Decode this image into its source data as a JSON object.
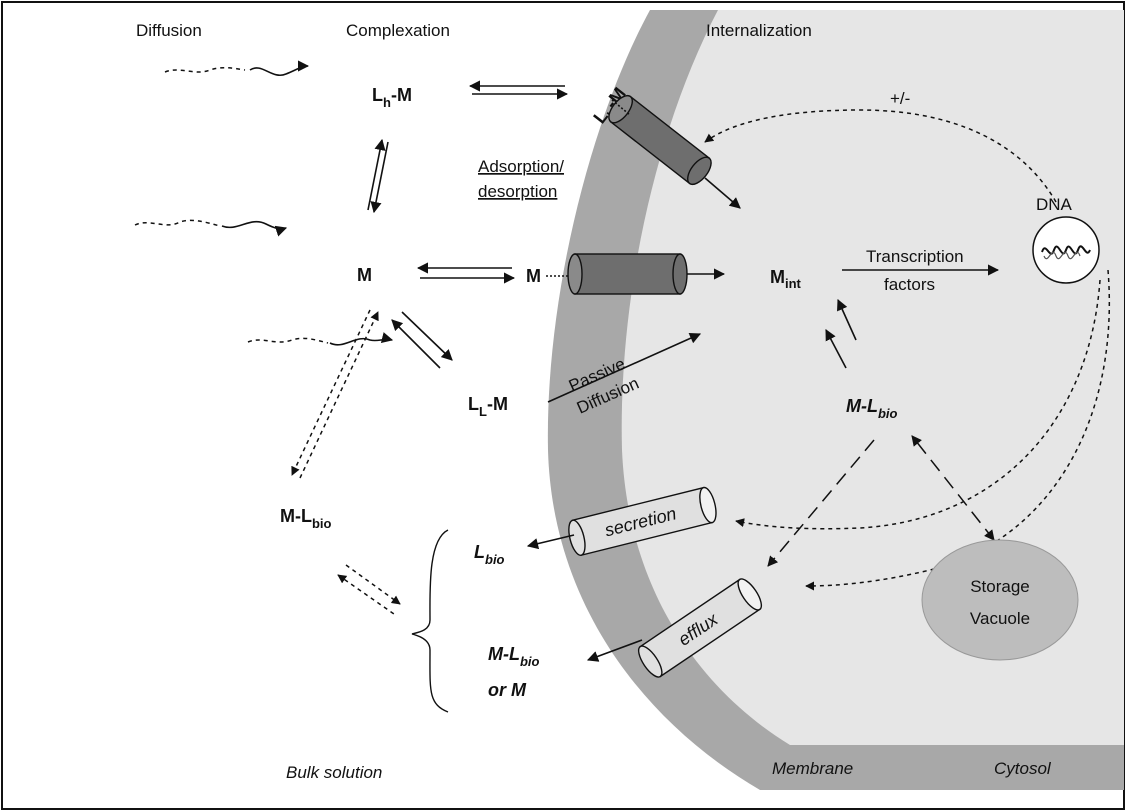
{
  "headers": {
    "diffusion": "Diffusion",
    "complexation": "Complexation",
    "internalization": "Internalization"
  },
  "species": {
    "lh_m": {
      "base": "L",
      "sub": "h",
      "rest": "-M"
    },
    "lh_m_membrane": {
      "base": "L",
      "sub": "h",
      "rest": "-M"
    },
    "m_bulk": "M",
    "m_transporter": "M",
    "m_int": {
      "base": "M",
      "sub": "int"
    },
    "ll_m": {
      "base": "L",
      "sub": "L",
      "rest": "-M"
    },
    "m_lbio_cytosol": {
      "base": "M-L",
      "sub": "bio"
    },
    "m_lbio_bulk": {
      "base": "M-L",
      "sub": "bio"
    },
    "lbio": {
      "base": "L",
      "sub": "bio"
    },
    "m_lbio_or_m": {
      "base": "M-L",
      "sub": "bio",
      "line2": "or M"
    }
  },
  "processes": {
    "adsorption": [
      "Adsorption/",
      "desorption"
    ],
    "passive_diffusion": [
      "Passive",
      "Diffusion"
    ],
    "transcription": [
      "Transcription",
      "factors"
    ],
    "plus_minus": "+/-",
    "dna": "DNA",
    "secretion": "secretion",
    "efflux": "efflux",
    "storage_vacuole": [
      "Storage",
      "Vacuole"
    ]
  },
  "regions": {
    "bulk": "Bulk solution",
    "membrane": "Membrane",
    "cytosol": "Cytosol"
  },
  "colors": {
    "membrane": "#a8a8a8",
    "cytosol": "#e6e6e6",
    "transporter": "#6e6e6e",
    "channel_light": "#e0e0e0",
    "vacuole": "#bdbdbd",
    "border": "#111111"
  }
}
